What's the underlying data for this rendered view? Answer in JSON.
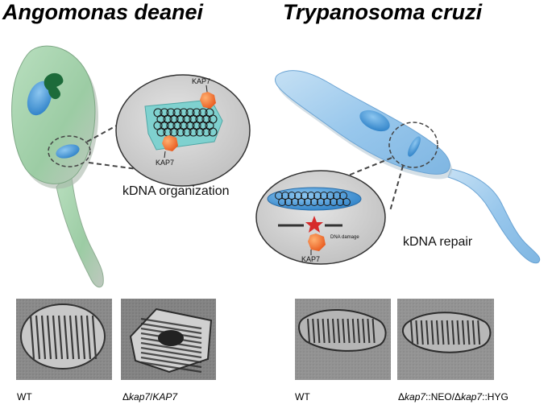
{
  "titles": {
    "left": "Angomonas deanei",
    "right": "Trypanosoma cruzi"
  },
  "left_panel": {
    "inset_label_top": "KAP7",
    "inset_label_bottom": "KAP7",
    "function_label": "kDNA organization"
  },
  "right_panel": {
    "inset_label_damage": "DNA damage",
    "inset_label_bottom": "KAP7",
    "function_label": "kDNA repair"
  },
  "micrographs": {
    "a_wt_label": "WT",
    "a_mut_delta": "Δ",
    "a_mut_gene": "kap7",
    "a_mut_rest": "/",
    "a_mut_gene2": "KAP7",
    "t_wt_label": "WT",
    "t_mut_delta": "Δ",
    "t_mut_gene": "kap7",
    "t_mut_mid": "::NEO/Δ",
    "t_mut_gene2": "kap7",
    "t_mut_end": "::HYG"
  },
  "colors": {
    "angomonas_body": "#9fcfa6",
    "trypanosoma_body": "#9cc9ec",
    "kinetoplast_blue": "#4a9ad6",
    "symbiont_green": "#1d6b3a",
    "kap7_orange": "#f2682a",
    "damage_star": "#d62a2a"
  }
}
